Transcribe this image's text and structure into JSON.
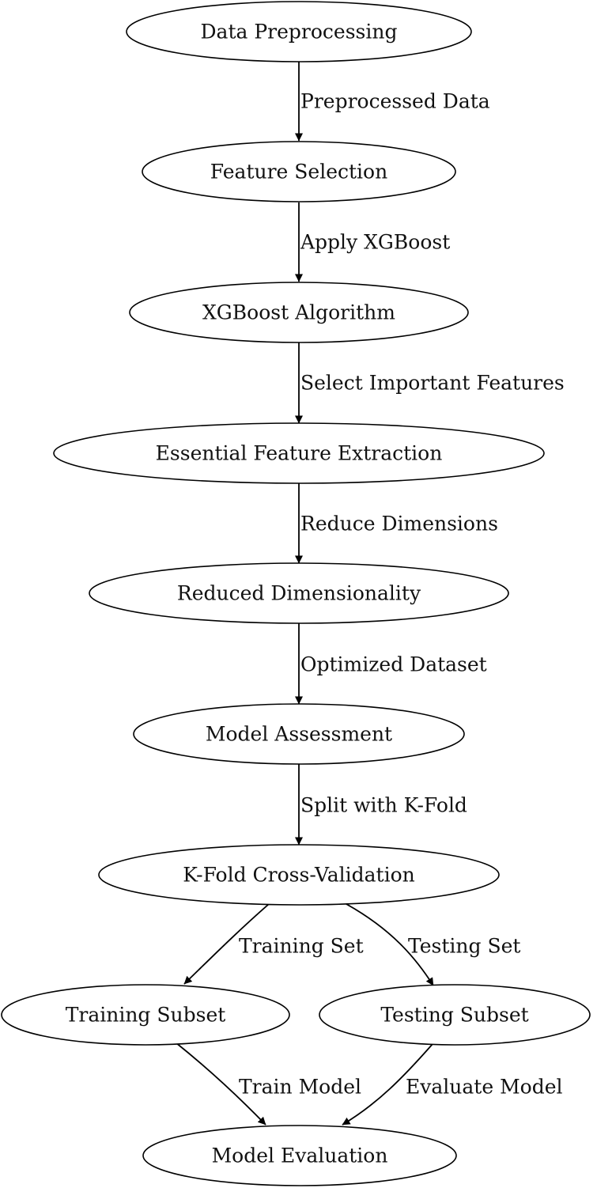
{
  "diagram": {
    "nodes": [
      {
        "id": "preprocessing",
        "label": "Data Preprocessing"
      },
      {
        "id": "feature_selection",
        "label": "Feature Selection"
      },
      {
        "id": "xgboost",
        "label": "XGBoost Algorithm"
      },
      {
        "id": "extraction",
        "label": "Essential Feature Extraction"
      },
      {
        "id": "reduced",
        "label": "Reduced Dimensionality"
      },
      {
        "id": "assessment",
        "label": "Model Assessment"
      },
      {
        "id": "kfold",
        "label": "K-Fold Cross-Validation"
      },
      {
        "id": "training",
        "label": "Training Subset"
      },
      {
        "id": "testing",
        "label": "Testing Subset"
      },
      {
        "id": "evaluation",
        "label": "Model Evaluation"
      }
    ],
    "edges": [
      {
        "from": "preprocessing",
        "to": "feature_selection",
        "label": "Preprocessed Data"
      },
      {
        "from": "feature_selection",
        "to": "xgboost",
        "label": "Apply XGBoost"
      },
      {
        "from": "xgboost",
        "to": "extraction",
        "label": "Select Important Features"
      },
      {
        "from": "extraction",
        "to": "reduced",
        "label": "Reduce Dimensions"
      },
      {
        "from": "reduced",
        "to": "assessment",
        "label": "Optimized Dataset"
      },
      {
        "from": "assessment",
        "to": "kfold",
        "label": "Split with K-Fold"
      },
      {
        "from": "kfold",
        "to": "training",
        "label": "Training Set"
      },
      {
        "from": "kfold",
        "to": "testing",
        "label": "Testing Set"
      },
      {
        "from": "training",
        "to": "evaluation",
        "label": "Train Model"
      },
      {
        "from": "testing",
        "to": "evaluation",
        "label": "Evaluate Model"
      }
    ]
  }
}
